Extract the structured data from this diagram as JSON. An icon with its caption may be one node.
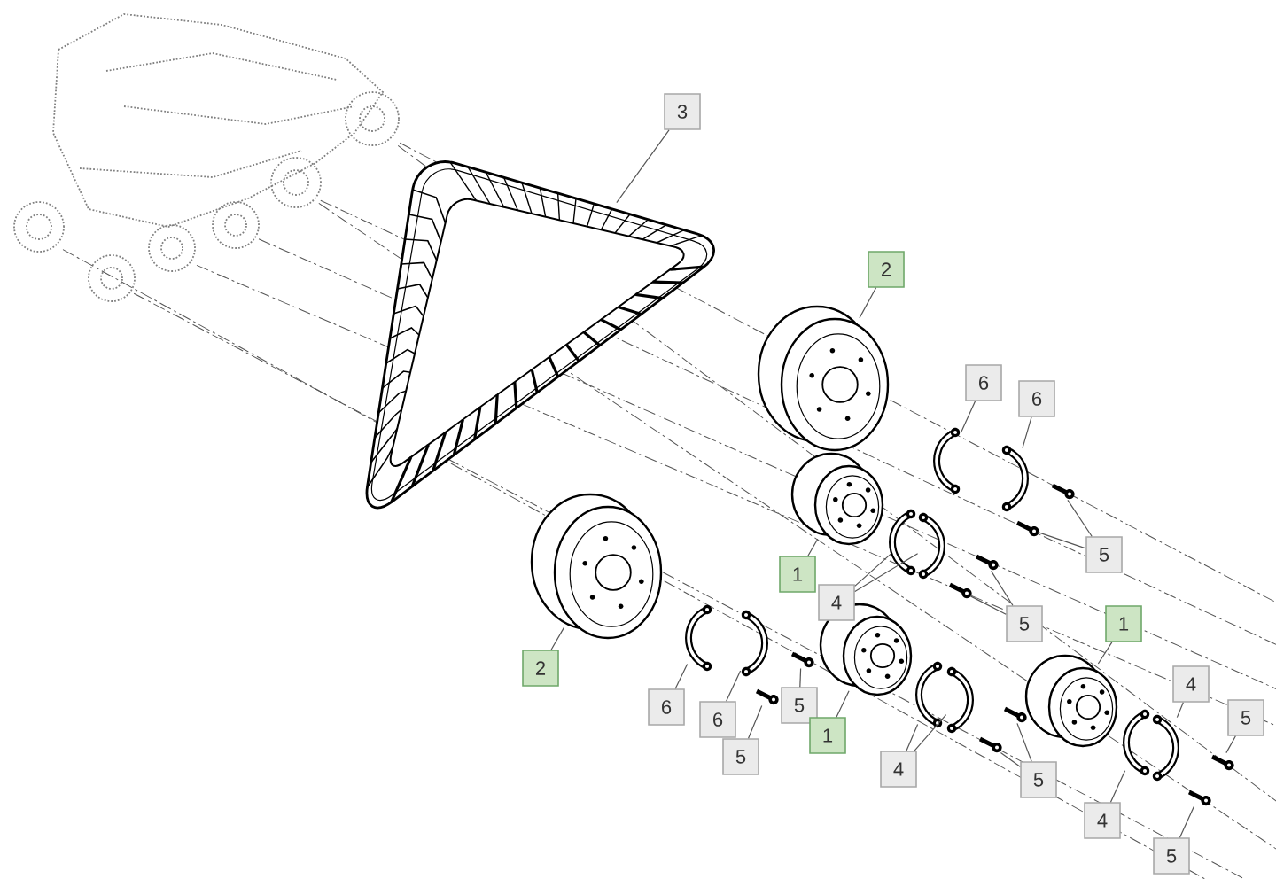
{
  "diagram": {
    "nodes": [
      {
        "text": [
          "3"
        ]
      },
      {
        "text": [
          "2"
        ]
      },
      {
        "text": [
          "6"
        ]
      },
      {
        "text": [
          "6"
        ]
      },
      {
        "text": [
          "5"
        ]
      },
      {
        "text": [
          "1"
        ]
      },
      {
        "text": [
          "4"
        ]
      },
      {
        "text": [
          "5"
        ]
      },
      {
        "text": [
          "1"
        ]
      },
      {
        "text": [
          "2"
        ]
      },
      {
        "text": [
          "6"
        ]
      },
      {
        "text": [
          "6"
        ]
      },
      {
        "text": [
          "5"
        ]
      },
      {
        "text": [
          "5"
        ]
      },
      {
        "text": [
          "1"
        ]
      },
      {
        "text": [
          "4"
        ]
      },
      {
        "text": [
          "5"
        ]
      },
      {
        "text": [
          "4"
        ]
      },
      {
        "text": [
          "5"
        ]
      },
      {
        "text": [
          "4"
        ]
      },
      {
        "text": [
          "5"
        ]
      },
      {
        "text": [],
        "shape": "picture"
      },
      {
        "text": [],
        "shape": "picture"
      },
      {
        "text": [],
        "shape": "picture"
      },
      {
        "text": [],
        "shape": "picture"
      },
      {
        "text": [],
        "shape": "picture"
      },
      {
        "text": [],
        "shape": "picture"
      },
      {
        "text": [],
        "shape": "picture"
      },
      {
        "text": [],
        "shape": "picture"
      },
      {
        "text": [],
        "shape": "picture"
      },
      {
        "text": [],
        "shape": "picture"
      },
      {
        "text": [],
        "shape": "picture"
      },
      {
        "text": [],
        "shape": "picture"
      },
      {
        "text": [],
        "shape": "picture"
      },
      {
        "text": [],
        "shape": "picture"
      },
      {
        "text": [],
        "shape": "picture"
      },
      {
        "text": [],
        "shape": "picture"
      },
      {
        "text": [],
        "shape": "picture"
      },
      {
        "text": [],
        "shape": "picture"
      },
      {
        "text": [],
        "shape": "picture"
      },
      {
        "text": [],
        "shape": "picture"
      },
      {
        "text": [],
        "shape": "picture"
      },
      {
        "text": [],
        "shape": "picture"
      },
      {
        "text": [],
        "shape": "picture"
      },
      {
        "text": [],
        "shape": "picture"
      },
      {
        "text": [],
        "shape": "picture"
      },
      {
        "text": [],
        "shape": "picture"
      }
    ],
    "edges": [
      {
        "from": 0,
        "to": 21,
        "arrow": "none"
      },
      {
        "from": 1,
        "to": 22,
        "arrow": "none"
      },
      {
        "from": 2,
        "to": 23,
        "arrow": "none"
      },
      {
        "from": 3,
        "to": 24,
        "arrow": "none"
      },
      {
        "from": 4,
        "to": 25,
        "arrow": "none"
      },
      {
        "from": 4,
        "to": 26,
        "arrow": "none"
      },
      {
        "from": 5,
        "to": 27,
        "arrow": "none"
      },
      {
        "from": 6,
        "to": 28,
        "arrow": "none"
      },
      {
        "from": 6,
        "to": 29,
        "arrow": "none"
      },
      {
        "from": 7,
        "to": 30,
        "arrow": "none"
      },
      {
        "from": 7,
        "to": 31,
        "arrow": "none"
      },
      {
        "from": 8,
        "to": 32,
        "arrow": "none"
      },
      {
        "from": 9,
        "to": 33,
        "arrow": "none"
      },
      {
        "from": 10,
        "to": 34,
        "arrow": "none"
      },
      {
        "from": 11,
        "to": 35,
        "arrow": "none"
      },
      {
        "from": 12,
        "to": 36,
        "arrow": "none"
      },
      {
        "from": 13,
        "to": 37,
        "arrow": "none"
      },
      {
        "from": 14,
        "to": 38,
        "arrow": "none"
      },
      {
        "from": 15,
        "to": 39,
        "arrow": "none"
      },
      {
        "from": 15,
        "to": 40,
        "arrow": "none"
      },
      {
        "from": 16,
        "to": 41,
        "arrow": "none"
      },
      {
        "from": 16,
        "to": 42,
        "arrow": "none"
      },
      {
        "from": 17,
        "to": 43,
        "arrow": "none"
      },
      {
        "from": 18,
        "to": 44,
        "arrow": "none"
      },
      {
        "from": 19,
        "to": 45,
        "arrow": "none"
      },
      {
        "from": 20,
        "to": 46,
        "arrow": "none"
      }
    ]
  }
}
